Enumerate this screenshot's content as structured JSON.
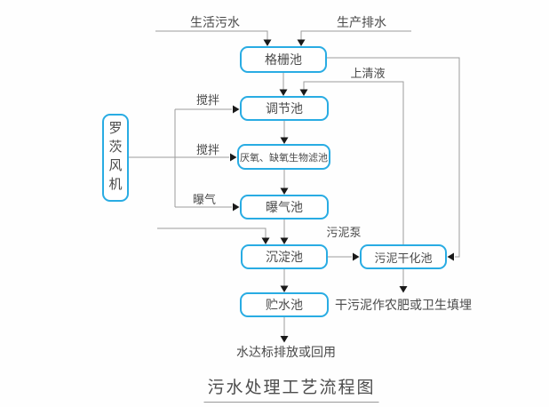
{
  "diagram": {
    "title": "污水处理工艺流程图",
    "inputs": {
      "domestic_sewage": "生活污水",
      "production_drainage": "生产排水"
    },
    "nodes": {
      "grating_pool": "格栅池",
      "regulating_pool": "调节池",
      "biofilter_pool": "厌氧、缺氧生物滤池",
      "aeration_pool": "曝气池",
      "sedimentation_pool": "沉淀池",
      "storage_pool": "贮水池",
      "sludge_drying_pool": "污泥干化池",
      "roots_blower": "罗茨风机"
    },
    "flow_labels": {
      "supernatant": "上清液",
      "stir_1": "搅拌",
      "stir_2": "搅拌",
      "aerate": "曝气",
      "sludge_pump": "污泥泵"
    },
    "outputs": {
      "dry_sludge": "干污泥作农肥或卫生填埋",
      "treated_water": "水达标排放或回用"
    },
    "colors": {
      "box_border": "#29ace3",
      "connector_line": "#9c9c9c",
      "arrowhead": "#1a1a1a",
      "text": "#4a4a4a"
    }
  }
}
